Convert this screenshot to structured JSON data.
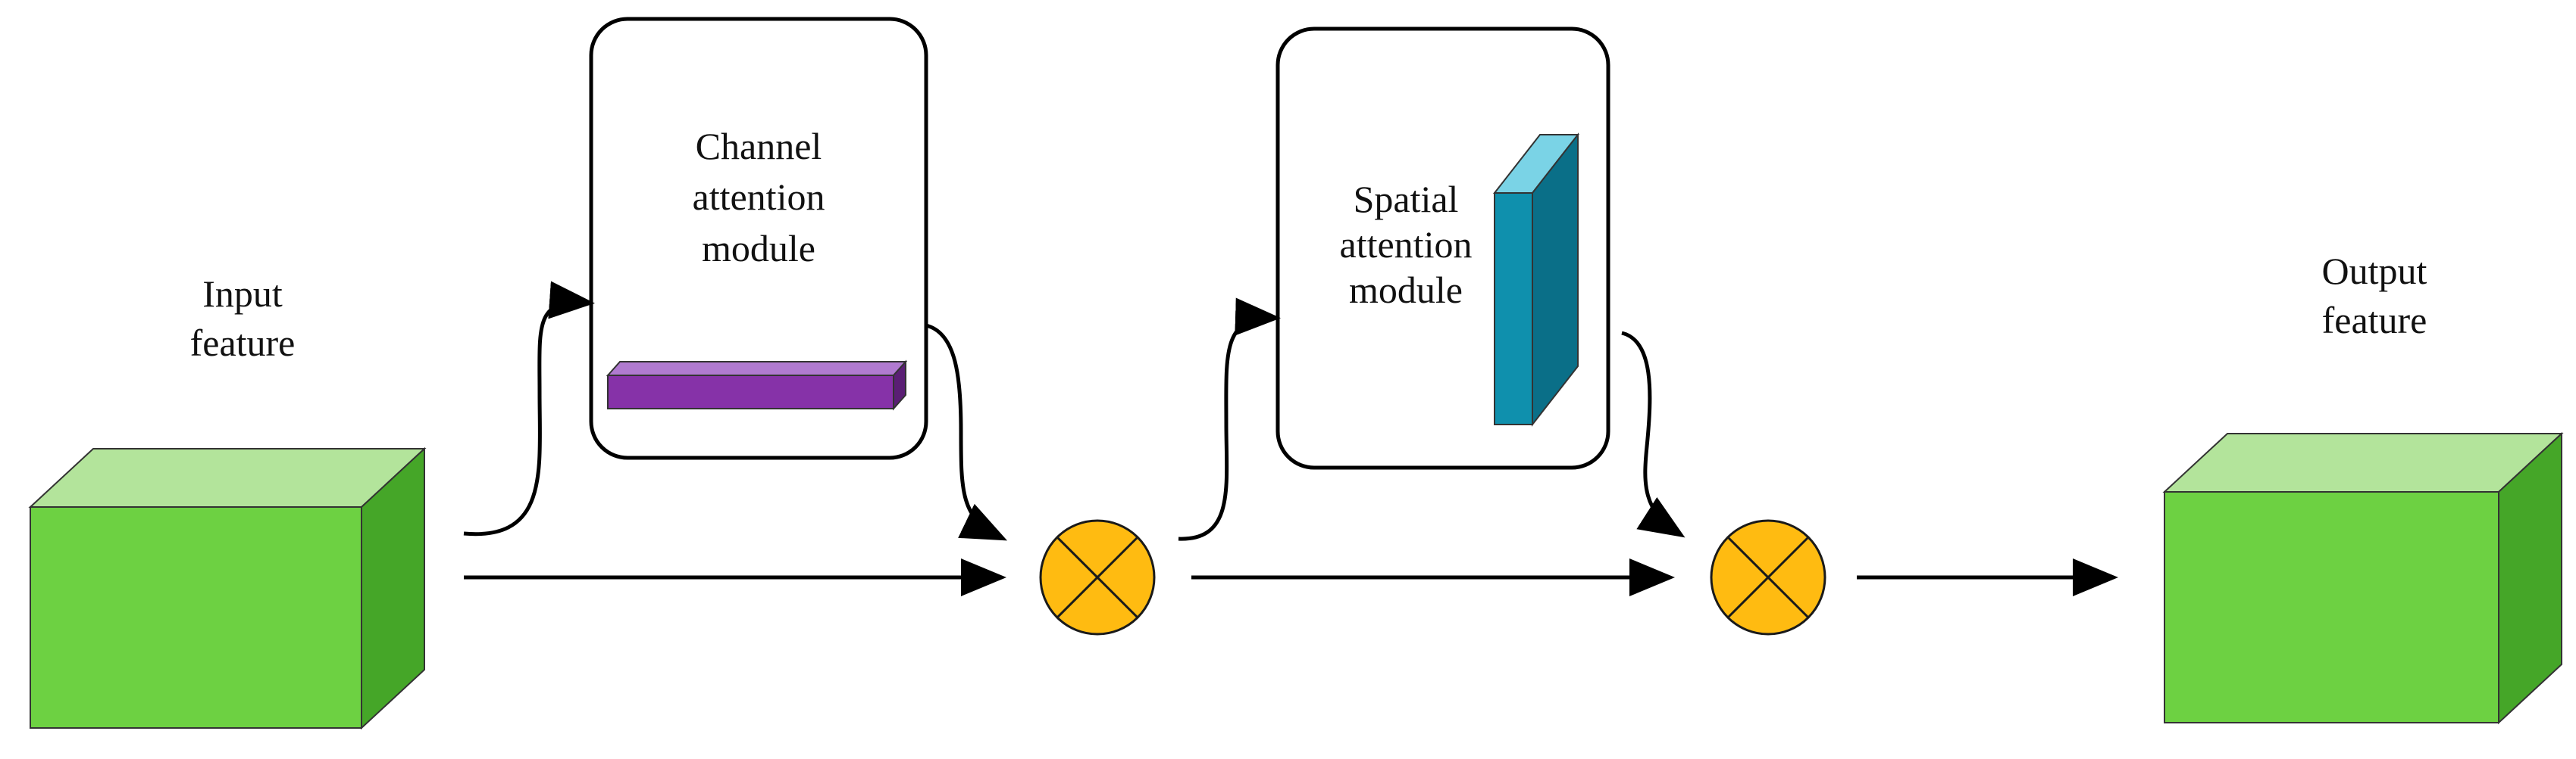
{
  "input_feature": {
    "line1": "Input",
    "line2": "feature"
  },
  "channel_attention": {
    "line1": "Channel",
    "line2": "attention",
    "line3": "module"
  },
  "spatial_attention": {
    "line1": "Spatial",
    "line2": "attention",
    "line3": "module"
  },
  "output_feature": {
    "line1": "Output",
    "line2": "feature"
  },
  "colors": {
    "cube_front": "#6dd142",
    "cube_top": "#b3e49b",
    "cube_side": "#45a628",
    "channel_bar": "#8632a8",
    "spatial_bar": "#0f90ad",
    "operator": "#ffbb11",
    "operator_stroke": "#1a1a1a",
    "line": "#000000"
  }
}
